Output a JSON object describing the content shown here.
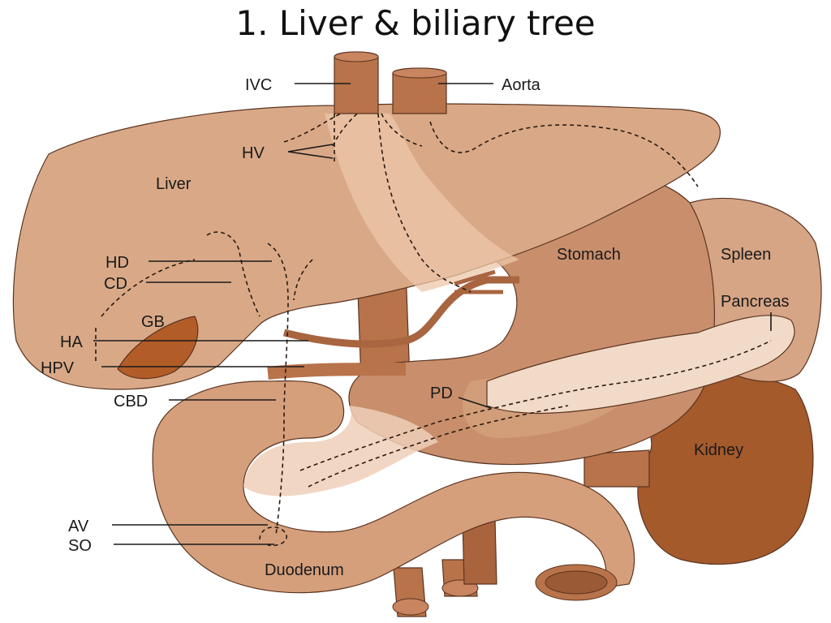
{
  "slide": {
    "title": "1. Liver & biliary tree"
  },
  "diagram": {
    "labels": {
      "ivc": "IVC",
      "aorta": "Aorta",
      "hv": "HV",
      "liver": "Liver",
      "stomach": "Stomach",
      "spleen": "Spleen",
      "pancreas": "Pancreas",
      "hd": "HD",
      "cd": "CD",
      "gb": "GB",
      "ha": "HA",
      "hpv": "HPV",
      "cbd": "CBD",
      "pd": "PD",
      "kidney": "Kidney",
      "av": "AV",
      "so": "SO",
      "duodenum": "Duodenum"
    }
  },
  "colors": {
    "liver": "#d9a987",
    "liver_light": "#ecc7aa",
    "stomach": "#c98f6c",
    "spleen": "#d6a585",
    "pancreas": "#f1dac8",
    "kidney": "#a55a2c",
    "vessel": "#b8734a",
    "gallbladder": "#b25c27",
    "duodenum": "#d59f7c"
  }
}
